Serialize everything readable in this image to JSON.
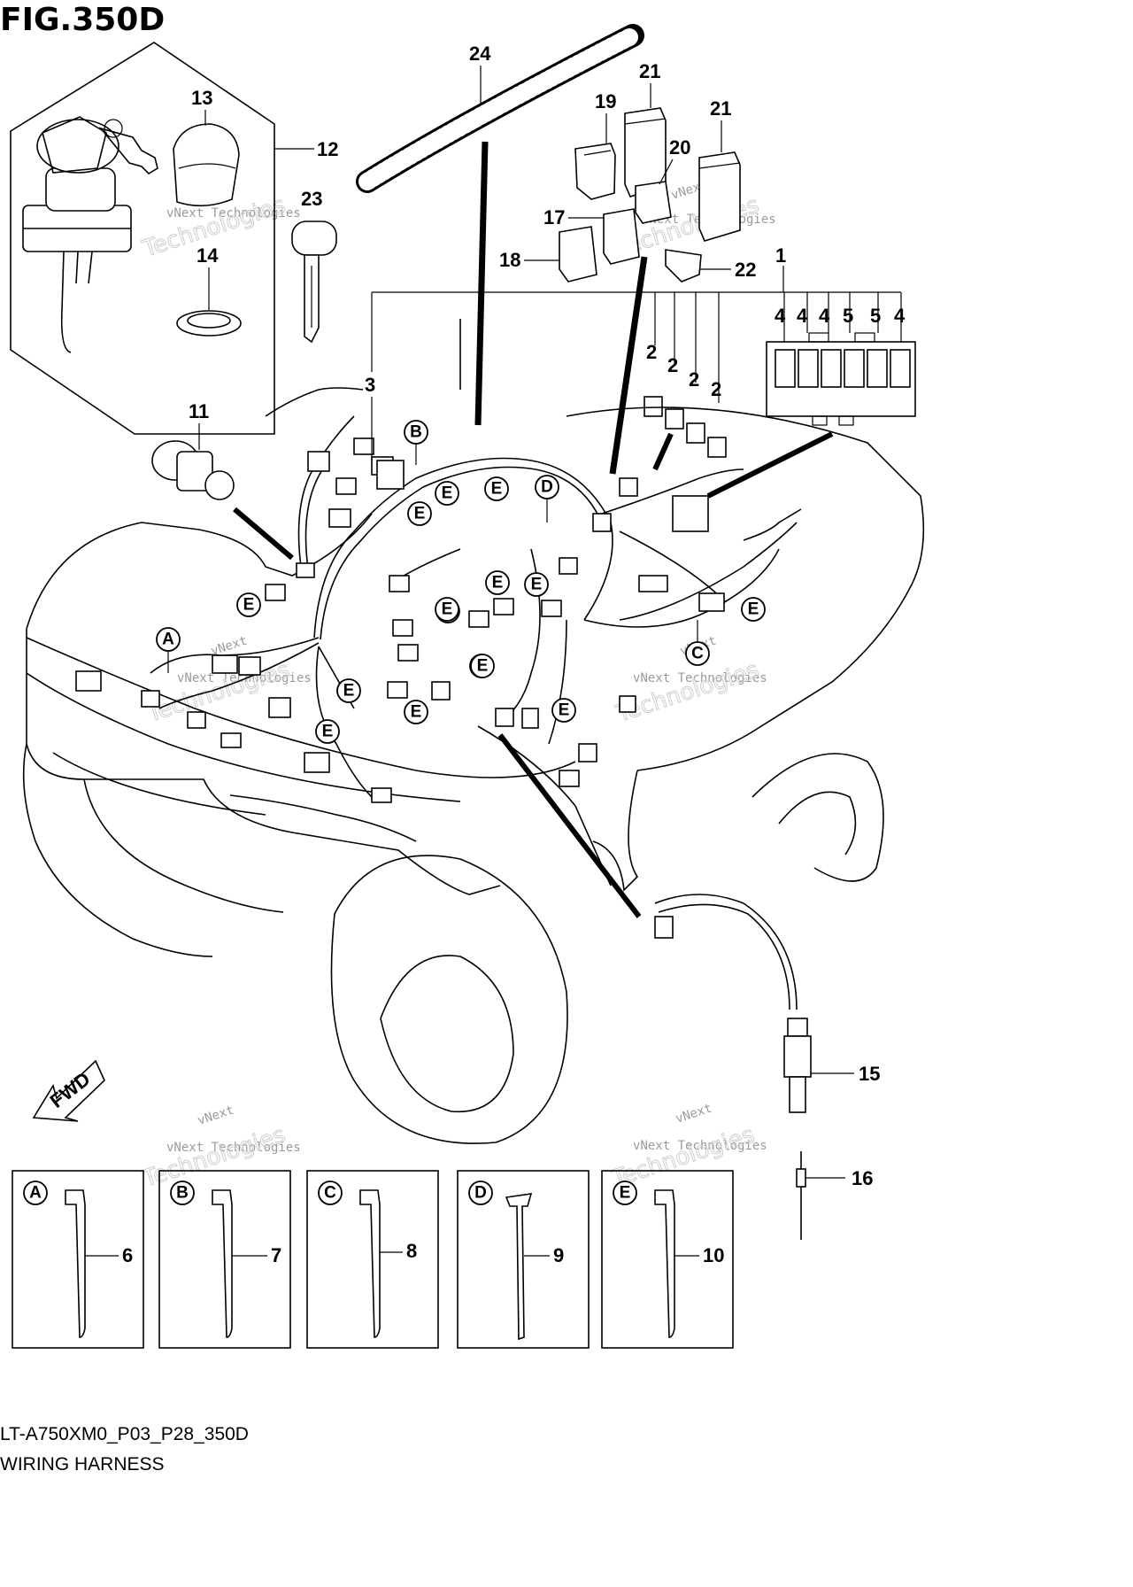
{
  "figure": {
    "title": "FIG.350D",
    "code": "LT-A750XM0_P03_P28_350D",
    "caption": "WIRING HARNESS"
  },
  "watermark": {
    "line1": "vNext",
    "line2": "vNext Technologies",
    "line3": "Technologies"
  },
  "fwd_label": "FWD",
  "callouts": {
    "c1": "1",
    "c2a": "2",
    "c2b": "2",
    "c2c": "2",
    "c2d": "2",
    "c3": "3",
    "c4a": "4",
    "c4b": "4",
    "c4c": "4",
    "c5a": "5",
    "c5b": "5",
    "c4d": "4",
    "c11": "11",
    "c12": "12",
    "c13": "13",
    "c14": "14",
    "c15": "15",
    "c16": "16",
    "c17": "17",
    "c18": "18",
    "c19": "19",
    "c20": "20",
    "c21a": "21",
    "c21b": "21",
    "c22": "22",
    "c23": "23",
    "c24": "24"
  },
  "markers": {
    "A": "A",
    "B": "B",
    "C": "C",
    "D": "D",
    "E": "E"
  },
  "insets": [
    {
      "letter": "A",
      "part": "6"
    },
    {
      "letter": "B",
      "part": "7"
    },
    {
      "letter": "C",
      "part": "8"
    },
    {
      "letter": "D",
      "part": "9"
    },
    {
      "letter": "E",
      "part": "10"
    }
  ]
}
